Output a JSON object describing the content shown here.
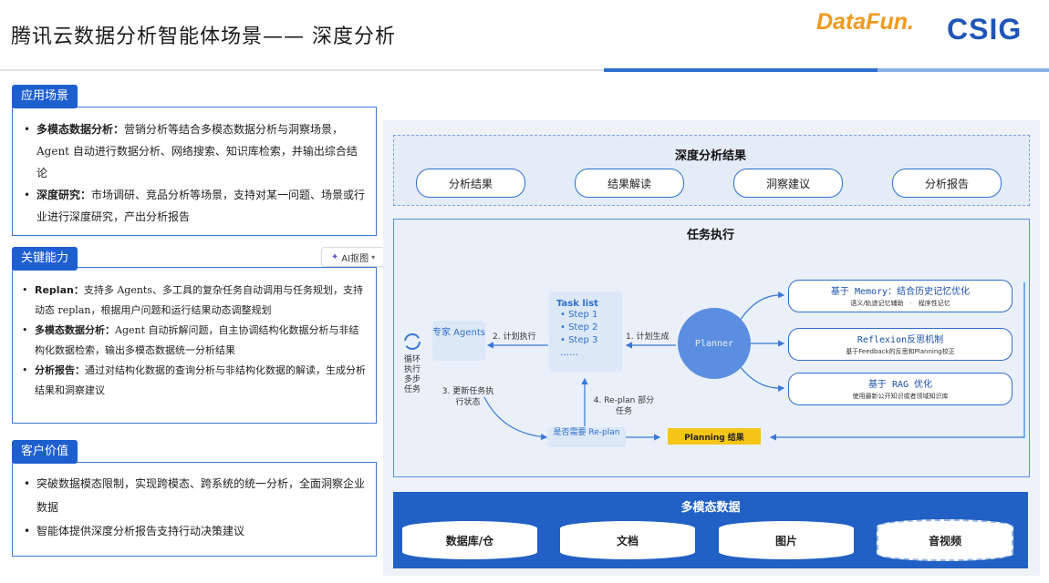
{
  "header": {
    "title": "腾讯云数据分析智能体场景—— 深度分析",
    "logo_datafun": "DataFun.",
    "logo_csig": "CSIG"
  },
  "left": {
    "scenarios": {
      "tab": "应用场景",
      "items": [
        {
          "label": "多模态数据分析：",
          "text": "营销分析等结合多模态数据分析与洞察场景，Agent 自动进行数据分析、网络搜索、知识库检索，并输出综合结论"
        },
        {
          "label": "深度研究：",
          "text": "市场调研、竞品分析等场景，支持对某一问题、场景或行业进行深度研究，产出分析报告"
        }
      ]
    },
    "capabilities": {
      "tab": "关键能力",
      "ai_button": "AI抠图",
      "items": [
        {
          "label": "Replan：",
          "text": "支持多 Agents、多工具的复杂任务自动调用与任务规划，支持动态 replan，根据用户问题和运行结果动态调整规划"
        },
        {
          "label": "多模态数据分析：",
          "text": "Agent 自动拆解问题，自主协调结构化数据分析与非结构化数据检索，输出多模态数据统一分析结果"
        },
        {
          "label": "分析报告：",
          "text": "通过对结构化数据的查询分析与非结构化数据的解读，生成分析结果和洞察建议"
        }
      ]
    },
    "value": {
      "tab": "客户价值",
      "items": [
        "突破数据模态限制，实现跨模态、跨系统的统一分析，全面洞察企业数据",
        "智能体提供深度分析报告支持行动决策建议"
      ]
    }
  },
  "diagram": {
    "results": {
      "title": "深度分析结果",
      "items": [
        "分析结果",
        "结果解读",
        "洞察建议",
        "分析报告"
      ]
    },
    "task": {
      "title": "任务执行",
      "loop_label": "循环执行多步任务",
      "expert": "专家 Agents",
      "task_list_title": "Task list",
      "steps": [
        "Step 1",
        "Step 2",
        "Step 3"
      ],
      "ellipsis": "……",
      "planner": "Planner",
      "edge_1": "1. 计划生成",
      "edge_2": "2. 计划执行",
      "edge_3": "3. 更新任务执行状态",
      "edge_4": "4. Re-plan 部分任务",
      "replan_box": "是否需要 Re-plan",
      "planning_result": "Planning 结果",
      "opts": [
        {
          "title": "基于 Memory：结合历史记忆优化",
          "sub": "语义/轨迹记忆辅助　·　程序性记忆"
        },
        {
          "title": "Reflexion反思机制",
          "sub": "基于Feedback的反思和Planning校正"
        },
        {
          "title": "基于 RAG 优化",
          "sub": "使用最新公开知识或者领域知识库"
        }
      ]
    },
    "multimodal": {
      "title": "多模态数据",
      "items": [
        "数据库/仓",
        "文档",
        "图片",
        "音视频"
      ]
    }
  }
}
